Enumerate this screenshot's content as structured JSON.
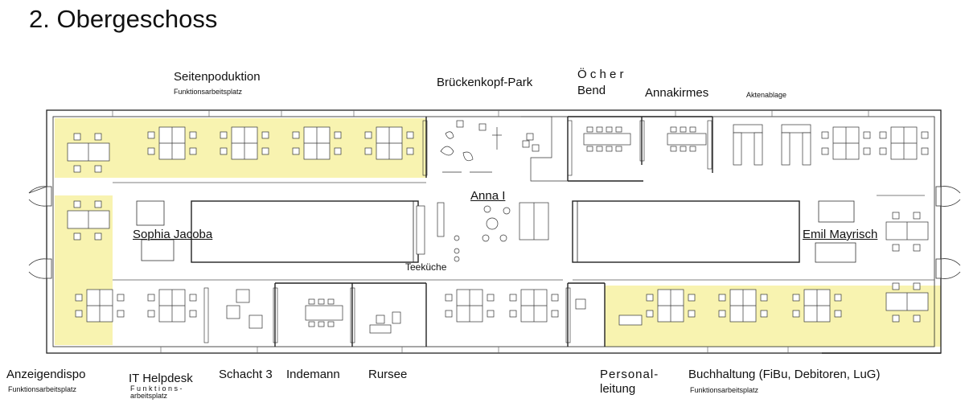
{
  "title": "2. Obergeschoss",
  "labels": {
    "seitenproduktion": "Seitenpoduktion",
    "seitenproduktion_sub": "Funktionsarbeitsplatz",
    "brueckenkopf": "Brückenkopf-Park",
    "oecher": "Ö c h e r",
    "bend": "Bend",
    "annakirmes": "Annakirmes",
    "aktenablage": "Aktenablage",
    "anna": "Anna I",
    "sophia": "Sophia Jacoba",
    "emil": "Emil Mayrisch",
    "teekueche": "Teeküche",
    "anzeigendispo": "Anzeigendispo",
    "anzeigendispo_sub": "Funktionsarbeitsplatz",
    "it_helpdesk": "IT Helpdesk",
    "it_sub1": "F u n k t i o n s -",
    "it_sub2": "arbeitsplatz",
    "schacht": "Schacht 3",
    "indemann": "Indemann",
    "rursee": "Rursee",
    "personal1": "Personal-",
    "personal2": "leitung",
    "buchhaltung": "Buchhaltung (FiBu, Debitoren, LuG)",
    "buchhaltung_sub": "Funktionsarbeitsplatz"
  },
  "colors": {
    "highlight": "#f8f3b0",
    "wall": "#222222",
    "line": "#444444"
  }
}
